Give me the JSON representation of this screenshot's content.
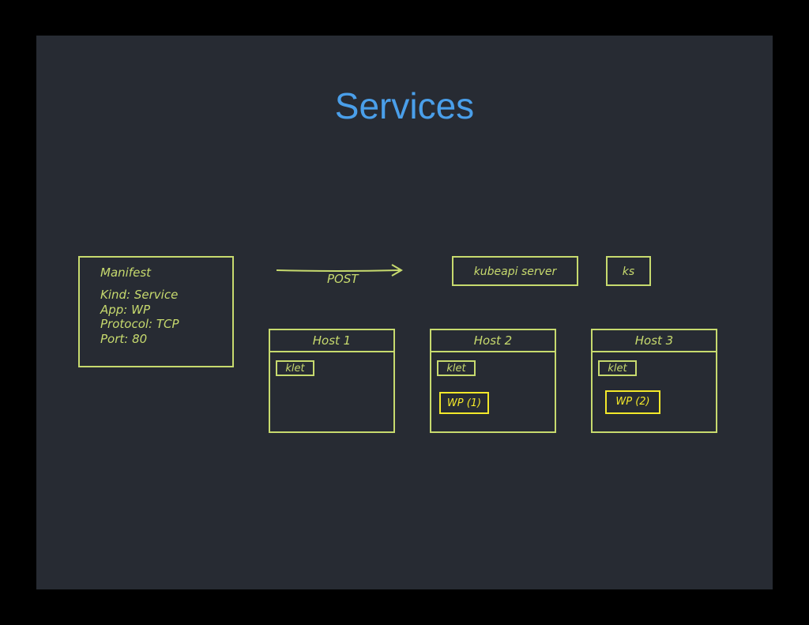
{
  "slide": {
    "title": "Services"
  },
  "manifest": {
    "heading": "Manifest",
    "lines": [
      "Kind: Service",
      "App: WP",
      "Protocol: TCP",
      "Port: 80"
    ]
  },
  "arrow": {
    "label": "POST"
  },
  "kubeapi": {
    "label": "kubeapi server"
  },
  "ks": {
    "label": "ks"
  },
  "hosts": [
    {
      "title": "Host 1",
      "klet": "klet",
      "pod": ""
    },
    {
      "title": "Host 2",
      "klet": "klet",
      "pod": "WP (1)"
    },
    {
      "title": "Host 3",
      "klet": "klet",
      "pod": "WP (2)"
    }
  ],
  "colors": {
    "background": "#272b33",
    "frame": "#000000",
    "title": "#4a9fea",
    "sketch": "#c7da6e",
    "highlight": "#f3e82a"
  }
}
